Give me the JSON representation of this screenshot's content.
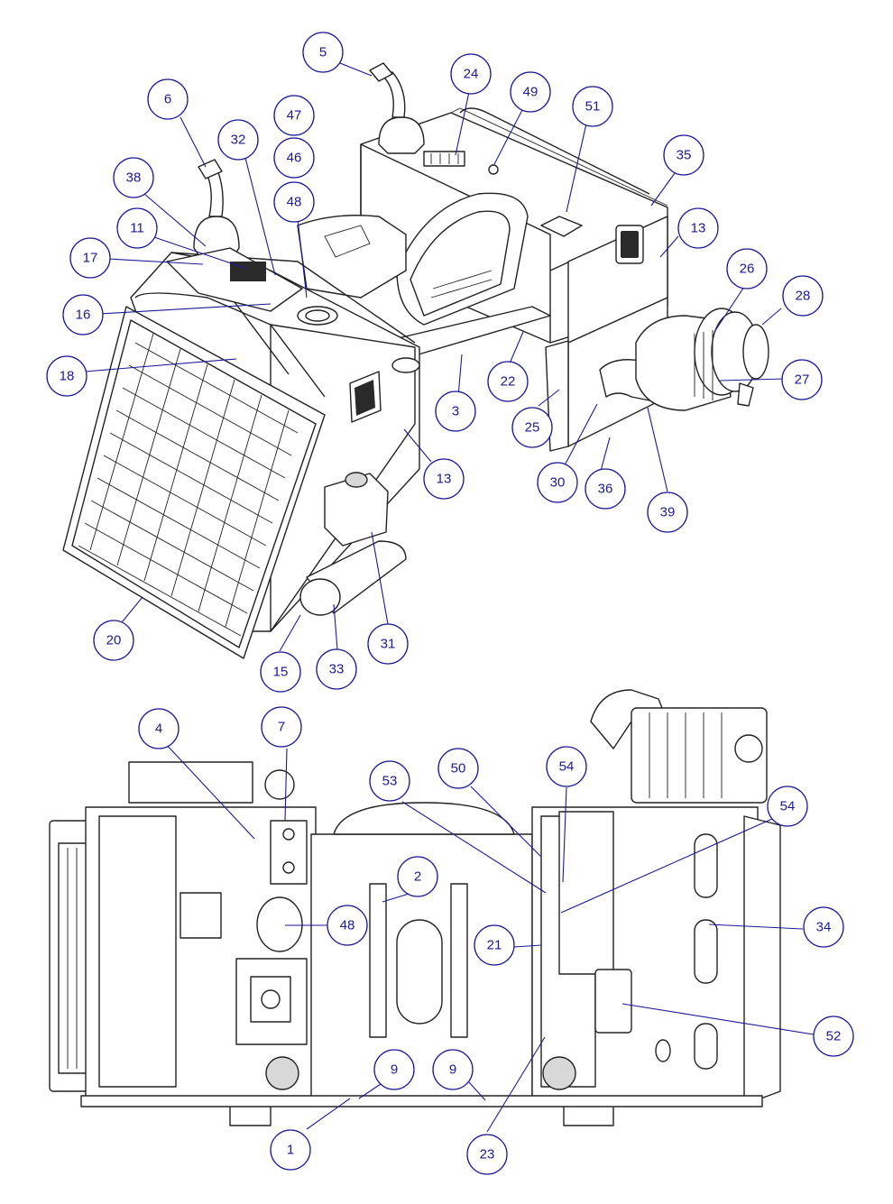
{
  "diagram": {
    "accent_color": "#1a1a99",
    "line_color": "#222222",
    "callouts_top": [
      {
        "label": "5"
      },
      {
        "label": "24"
      },
      {
        "label": "49"
      },
      {
        "label": "6"
      },
      {
        "label": "47"
      },
      {
        "label": "32"
      },
      {
        "label": "51"
      },
      {
        "label": "46"
      },
      {
        "label": "35"
      },
      {
        "label": "38"
      },
      {
        "label": "48"
      },
      {
        "label": "11"
      },
      {
        "label": "13"
      },
      {
        "label": "17"
      },
      {
        "label": "26"
      },
      {
        "label": "28"
      },
      {
        "label": "16"
      },
      {
        "label": "18"
      },
      {
        "label": "22"
      },
      {
        "label": "27"
      },
      {
        "label": "3"
      },
      {
        "label": "25"
      },
      {
        "label": "13"
      },
      {
        "label": "30"
      },
      {
        "label": "36"
      },
      {
        "label": "39"
      },
      {
        "label": "20"
      },
      {
        "label": "31"
      },
      {
        "label": "15"
      },
      {
        "label": "33"
      }
    ],
    "callouts_bottom": [
      {
        "label": "4"
      },
      {
        "label": "7"
      },
      {
        "label": "53"
      },
      {
        "label": "50"
      },
      {
        "label": "54"
      },
      {
        "label": "54"
      },
      {
        "label": "2"
      },
      {
        "label": "48"
      },
      {
        "label": "21"
      },
      {
        "label": "34"
      },
      {
        "label": "52"
      },
      {
        "label": "9"
      },
      {
        "label": "9"
      },
      {
        "label": "1"
      },
      {
        "label": "23"
      }
    ]
  }
}
